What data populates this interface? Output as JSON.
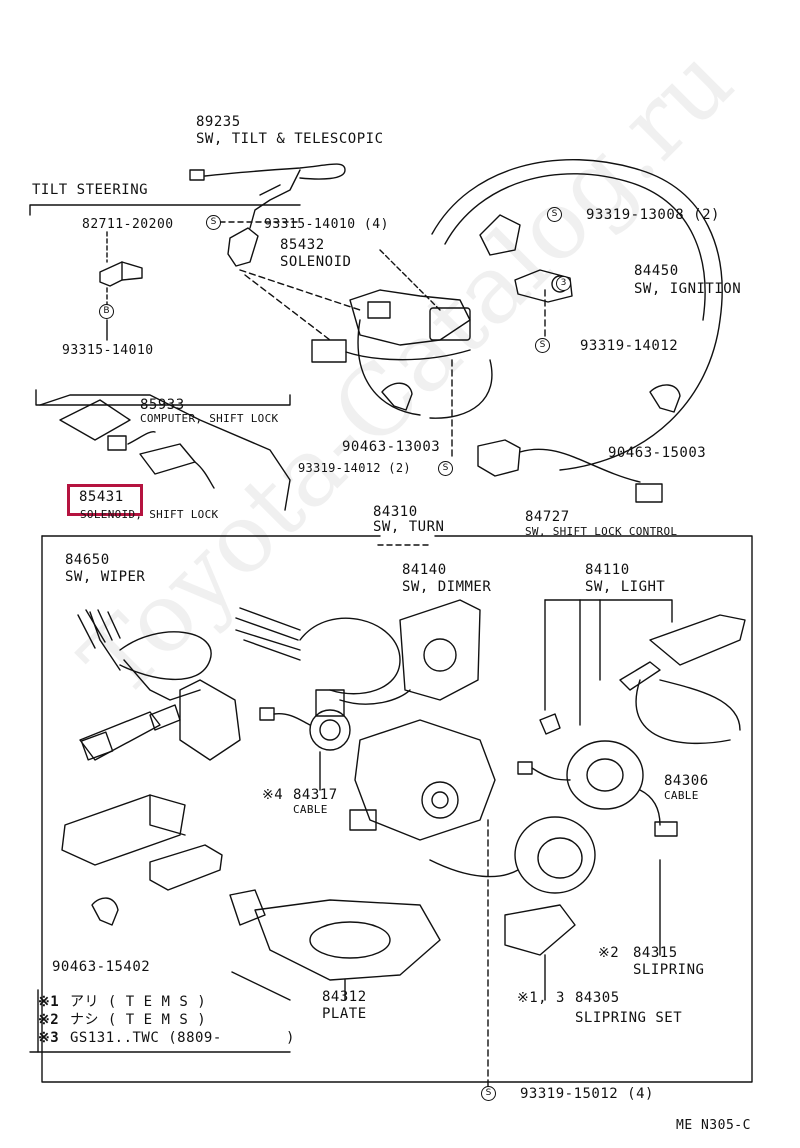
{
  "watermark": "Toyota-Catalog.ru",
  "parts": {
    "p89235": {
      "num": "89235",
      "name": "SW, TILT & TELESCOPIC"
    },
    "tilt_title": "TILT STEERING",
    "p82711": {
      "num": "82711-20200"
    },
    "b_mark": "B",
    "p93315_14010": {
      "num": "93315-14010"
    },
    "p93315_14010_4": {
      "num": "93315-14010 (4)"
    },
    "p85432": {
      "num": "85432",
      "name": "SOLENOID"
    },
    "p93319_13008": {
      "num": "93319-13008 (2)"
    },
    "p84450": {
      "num": "84450",
      "name": "SW, IGNITION"
    },
    "p93319_14012": {
      "num": "93319-14012"
    },
    "p85933": {
      "num": "85933",
      "name": "COMPUTER, SHIFT LOCK"
    },
    "p85431": {
      "num": "85431",
      "name": "SOLENOID, SHIFT LOCK"
    },
    "p90463_13003": {
      "num": "90463-13003"
    },
    "p93319_14012_2": {
      "num": "93319-14012 (2)"
    },
    "p90463_15003": {
      "num": "90463-15003"
    },
    "p84727": {
      "num": "84727",
      "name": "SW, SHIFT LOCK CONTROL"
    },
    "p84310": {
      "num": "84310",
      "name": "SW, TURN"
    },
    "p84650": {
      "num": "84650",
      "name": "SW, WIPER"
    },
    "p84140": {
      "num": "84140",
      "name": "SW, DIMMER"
    },
    "p84110": {
      "num": "84110",
      "name": "SW, LIGHT"
    },
    "p84317": {
      "mark": "※4",
      "num": "84317",
      "name": "CABLE"
    },
    "p84306": {
      "num": "84306",
      "name": "CABLE"
    },
    "p90463_15402": {
      "num": "90463-15402"
    },
    "p84315": {
      "mark": "※2",
      "num": "84315",
      "name": "SLIPRING"
    },
    "p84305": {
      "mark": "※1, 3",
      "num": "84305",
      "name": "SLIPRING SET"
    },
    "p84312": {
      "num": "84312",
      "name": "PLATE"
    },
    "p93319_15012": {
      "num": "93319-15012 (4)"
    },
    "s_mark": "S",
    "three_mark": "3"
  },
  "notes": [
    {
      "mark": "※1",
      "text": "アリ ( T E M S )"
    },
    {
      "mark": "※2",
      "text": "ナシ ( T E M S )"
    },
    {
      "mark": "※3",
      "text": "GS131..TWC (8809-"
    }
  ],
  "notes_close": ")",
  "footer_code": "ME  N305-C",
  "highlight_color": "#b5133f"
}
